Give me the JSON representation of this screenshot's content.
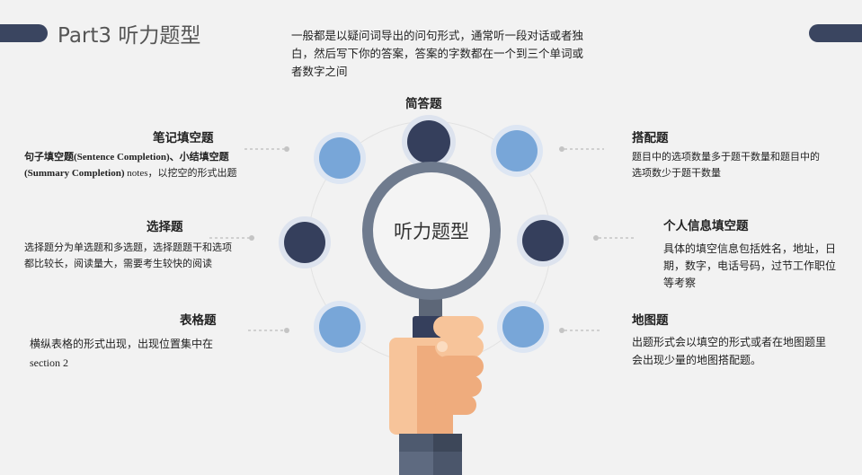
{
  "header": {
    "title": "Part3 听力题型",
    "intro": "一般都是以疑问词导出的问句形式，通常听一段对话或者独白，然后写下你的答案，答案的字数都在一个到三个单词或者数字之间"
  },
  "center_label": "听力题型",
  "top_item": {
    "label": "简答题"
  },
  "left_items": [
    {
      "label": "笔记填空题",
      "desc_parts": [
        {
          "text": "句子填空题(Sentence Completion)、小结填空题(Summary Completion)",
          "style": "serif-bold"
        },
        {
          "text": " notes",
          "style": "serif"
        },
        {
          "text": "，以挖空的形式出题",
          "style": ""
        }
      ]
    },
    {
      "label": "选择题",
      "desc_parts": [
        {
          "text": "选择题分为单选题和多选题，选择题题干和选项都比较长，阅读量大，需要考生较快的阅读",
          "style": ""
        }
      ]
    },
    {
      "label": "表格题",
      "desc_parts": [
        {
          "text": "横纵表格的形式出现，出现位置集中在",
          "style": ""
        },
        {
          "text": "section 2",
          "style": "serif"
        }
      ]
    }
  ],
  "right_items": [
    {
      "label": "搭配题",
      "desc": "题目中的选项数量多于题干数量和题目中的选项数少于题干数量"
    },
    {
      "label": "个人信息填空题",
      "desc": "具体的填空信息包括姓名，地址，日期，数字，电话号码，过节工作职位等考察"
    },
    {
      "label": "地图题",
      "desc": "出题形式会以填空的形式或者在地图题里会出现少量的地图搭配题。"
    }
  ],
  "colors": {
    "dark_navy": "#353f5c",
    "light_blue": "#78a6d8",
    "ring": "#dde3ee",
    "lens": "#6f7b8e",
    "skin": "#f7c49a",
    "skin_shadow": "#efac7d"
  },
  "icons": [
    "magnifier-icon",
    "hand-icon"
  ]
}
